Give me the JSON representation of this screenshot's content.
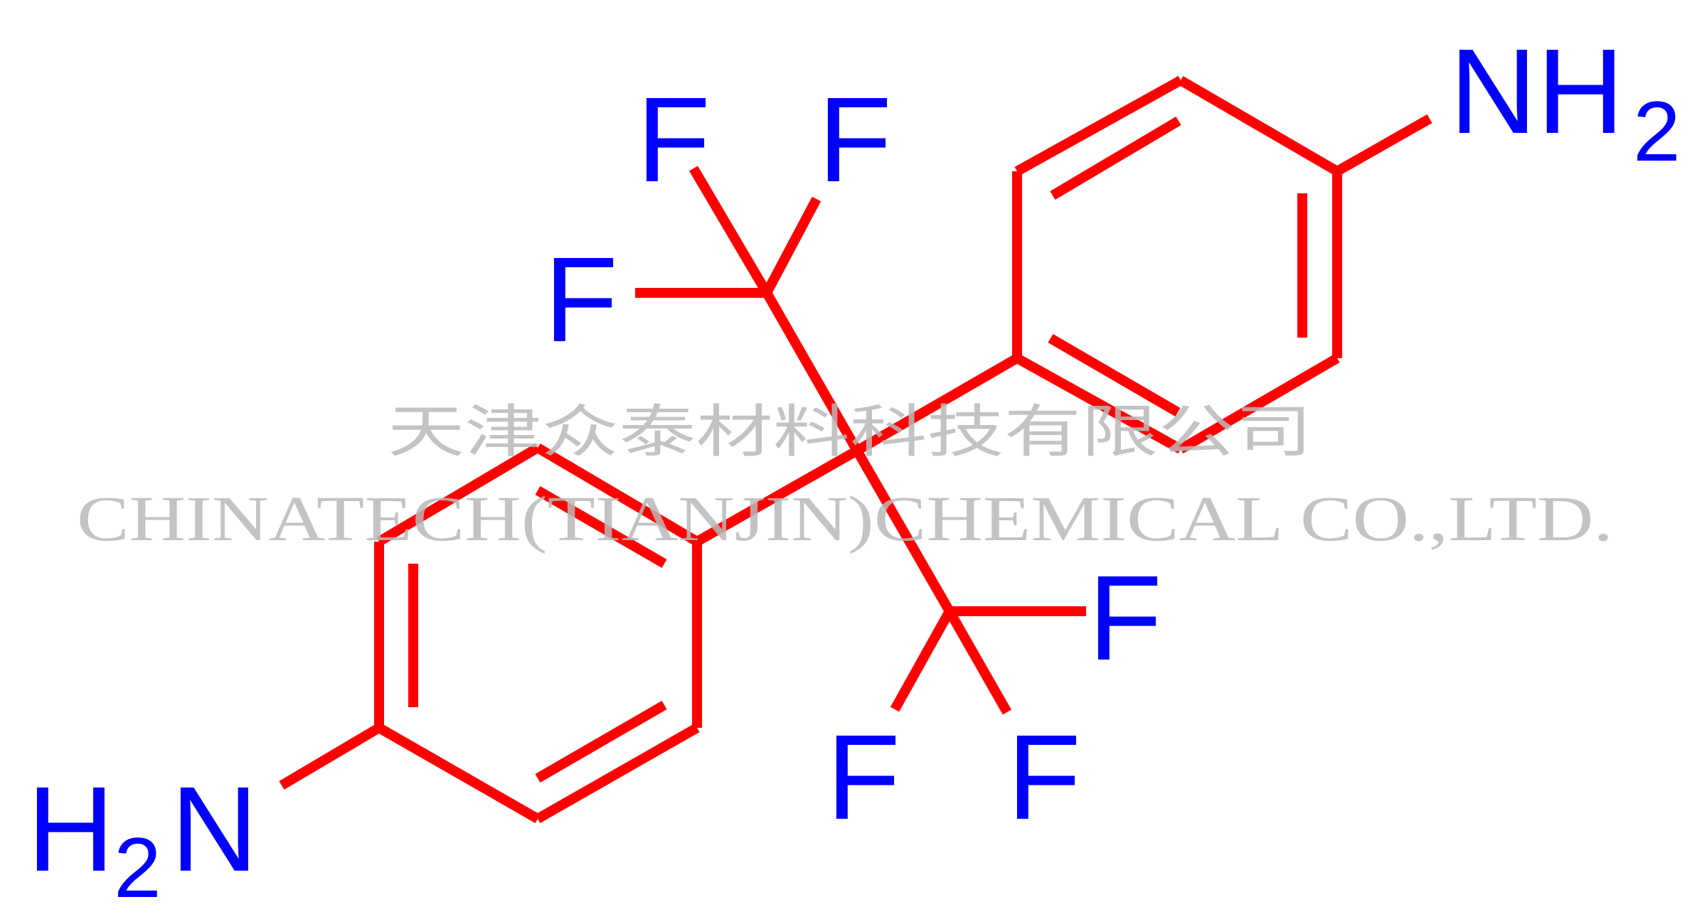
{
  "molecule": {
    "atoms": {
      "nh2_top": "NH",
      "nh2_top_sub": "2",
      "nh2_bottom_h": "H",
      "nh2_bottom_sub": "2",
      "nh2_bottom_n": "N",
      "f1": "F",
      "f2": "F",
      "f3": "F",
      "f4": "F",
      "f5": "F",
      "f6": "F"
    },
    "colors": {
      "bond": "#ff0000",
      "heteroatom": "#0000ff",
      "watermark": "#b9b9b9"
    }
  },
  "watermark": {
    "chinese": "天津众泰材料科技有限公司",
    "english": "CHINATECH(TIANJIN)CHEMICAL CO.,LTD."
  }
}
